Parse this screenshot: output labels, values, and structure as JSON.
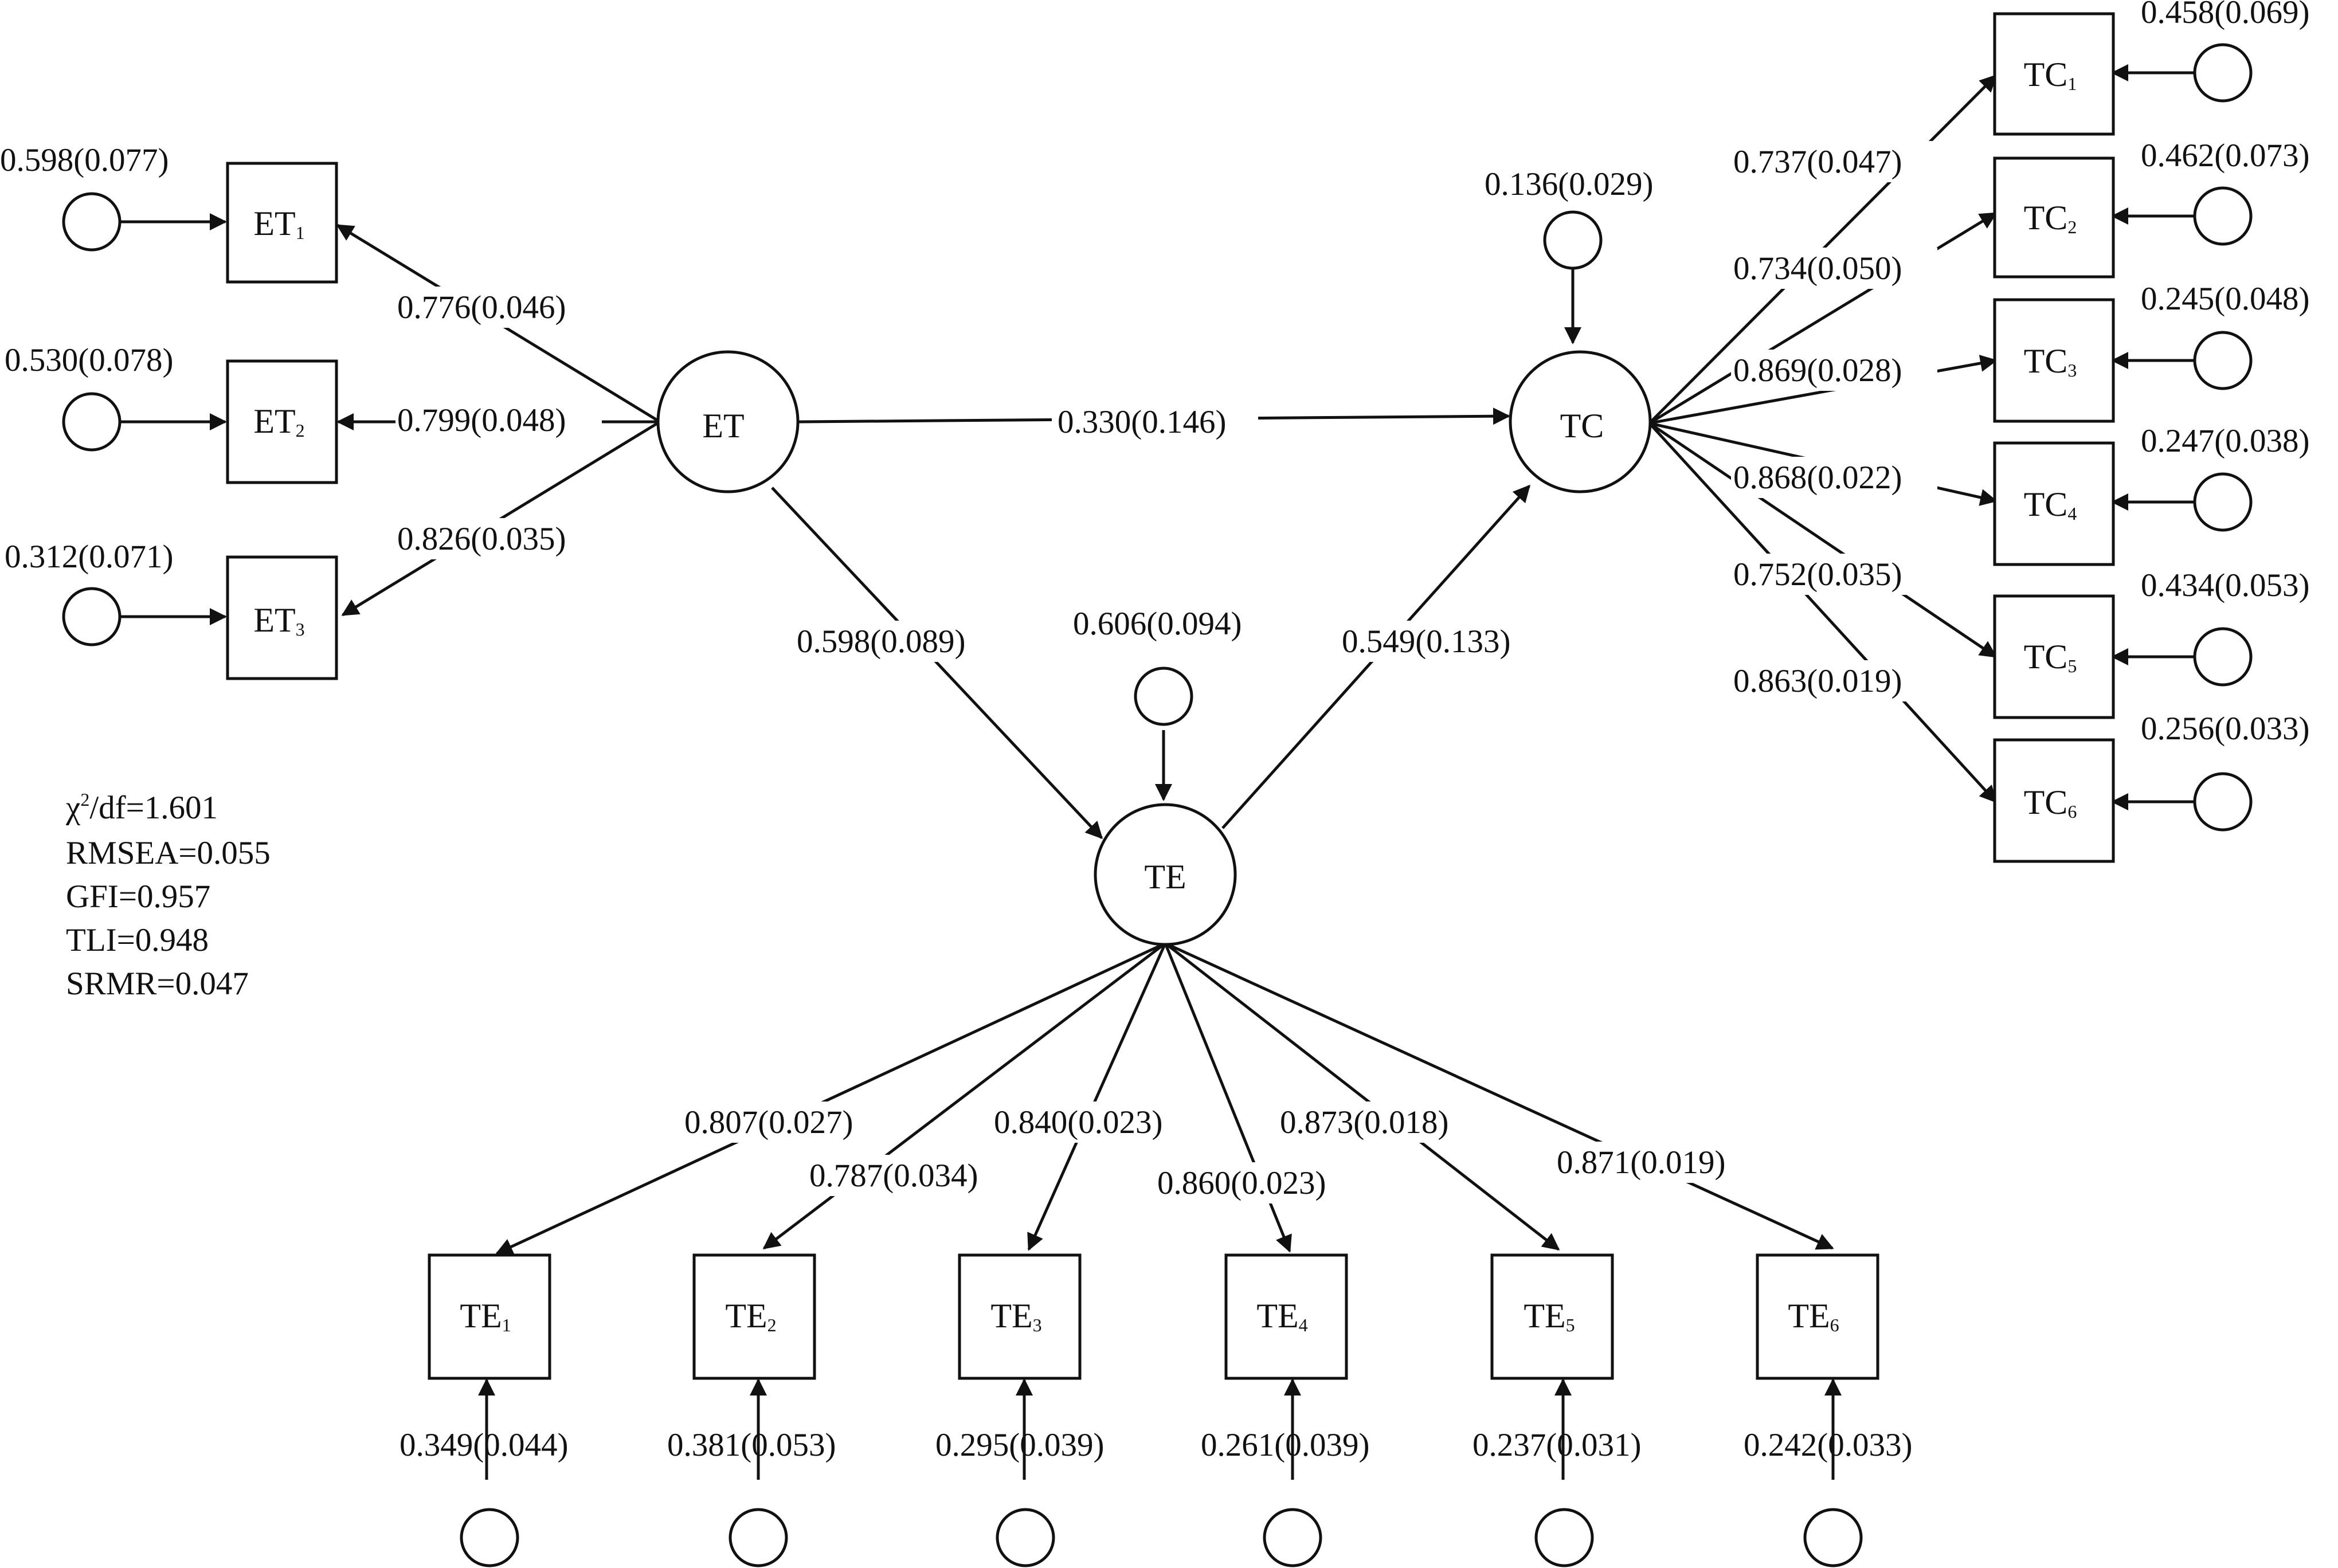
{
  "latent": {
    "ET": {
      "label": "ET"
    },
    "TC": {
      "label": "TC"
    },
    "TE": {
      "label": "TE"
    }
  },
  "indicators": {
    "ET": [
      {
        "base": "ET",
        "sub": "1",
        "loading": "0.776(0.046)",
        "error": "0.598(0.077)"
      },
      {
        "base": "ET",
        "sub": "2",
        "loading": "0.799(0.048)",
        "error": "0.530(0.078)"
      },
      {
        "base": "ET",
        "sub": "3",
        "loading": "0.826(0.035)",
        "error": "0.312(0.071)"
      }
    ],
    "TC": [
      {
        "base": "TC",
        "sub": "1",
        "loading": "0.737(0.047)",
        "error": "0.458(0.069)"
      },
      {
        "base": "TC",
        "sub": "2",
        "loading": "0.734(0.050)",
        "error": "0.462(0.073)"
      },
      {
        "base": "TC",
        "sub": "3",
        "loading": "0.869(0.028)",
        "error": "0.245(0.048)"
      },
      {
        "base": "TC",
        "sub": "4",
        "loading": "0.868(0.022)",
        "error": "0.247(0.038)"
      },
      {
        "base": "TC",
        "sub": "5",
        "loading": "0.752(0.035)",
        "error": "0.434(0.053)"
      },
      {
        "base": "TC",
        "sub": "6",
        "loading": "0.863(0.019)",
        "error": "0.256(0.033)"
      }
    ],
    "TE": [
      {
        "base": "TE",
        "sub": "1",
        "loading": "0.807(0.027)",
        "error": "0.349(0.044)"
      },
      {
        "base": "TE",
        "sub": "2",
        "loading": "0.787(0.034)",
        "error": "0.381(0.053)"
      },
      {
        "base": "TE",
        "sub": "3",
        "loading": "0.840(0.023)",
        "error": "0.295(0.039)"
      },
      {
        "base": "TE",
        "sub": "4",
        "loading": "0.860(0.023)",
        "error": "0.261(0.039)"
      },
      {
        "base": "TE",
        "sub": "5",
        "loading": "0.873(0.018)",
        "error": "0.237(0.031)"
      },
      {
        "base": "TE",
        "sub": "6",
        "loading": "0.871(0.019)",
        "error": "0.242(0.033)"
      }
    ]
  },
  "paths": {
    "ET_TC": "0.330(0.146)",
    "ET_TE": "0.598(0.089)",
    "TE_TC": "0.549(0.133)"
  },
  "disturbances": {
    "TC": "0.136(0.029)",
    "TE": "0.606(0.094)"
  },
  "fit": {
    "chi_prefix": "χ",
    "chi_sup": "2",
    "chi_rest": "/df=1.601",
    "rmsea": "RMSEA=0.055",
    "gfi": "GFI=0.957",
    "tli": "TLI=0.948",
    "srmr": "SRMR=0.047"
  }
}
